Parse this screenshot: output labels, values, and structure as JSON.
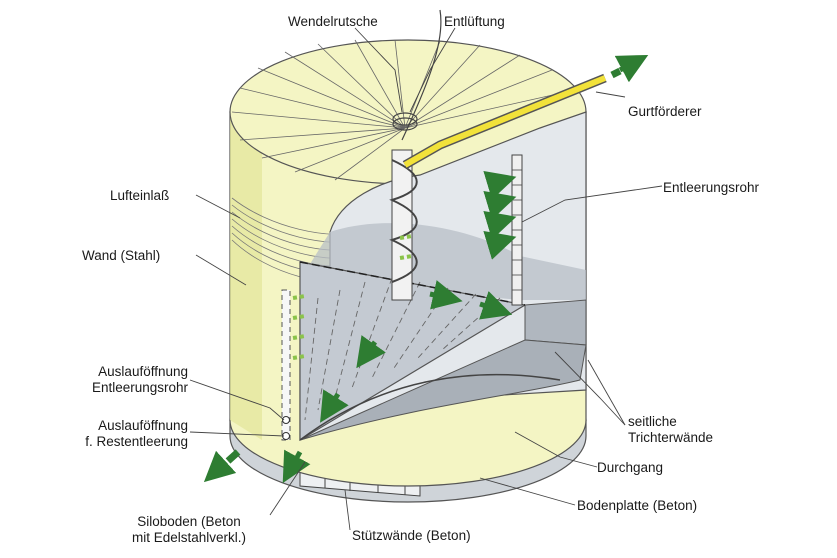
{
  "labels": {
    "wendelrutsche": "Wendelrutsche",
    "entlueftung": "Entlüftung",
    "gurtfoerderer": "Gurtförderer",
    "entleerungsrohr": "Entleerungsrohr",
    "lufteinlass": "Lufteinlaß",
    "wand": "Wand (Stahl)",
    "auslauf_rohr_1": "Auslauföffnung",
    "auslauf_rohr_2": "Entleerungsrohr",
    "auslauf_rest_1": "Auslauföffnung",
    "auslauf_rest_2": "f. Restentleerung",
    "seitliche_1": "seitliche",
    "seitliche_2": "Trichterwände",
    "durchgang": "Durchgang",
    "bodenplatte": "Bodenplatte (Beton)",
    "siloboden_1": "Siloboden (Beton",
    "siloboden_2": "mit Edelstahlverkl.)",
    "stuetzwaende": "Stützwände (Beton)"
  },
  "colors": {
    "shell": "#f4f5c4",
    "shell_dark": "#e3e59a",
    "interior": "#e4e8ec",
    "cone": "#c4cad2",
    "base": "#dfe3e7",
    "flow_arrow": "#2e7d32",
    "air_streak": "#8bc34a",
    "conveyor": "#f2e23a"
  }
}
